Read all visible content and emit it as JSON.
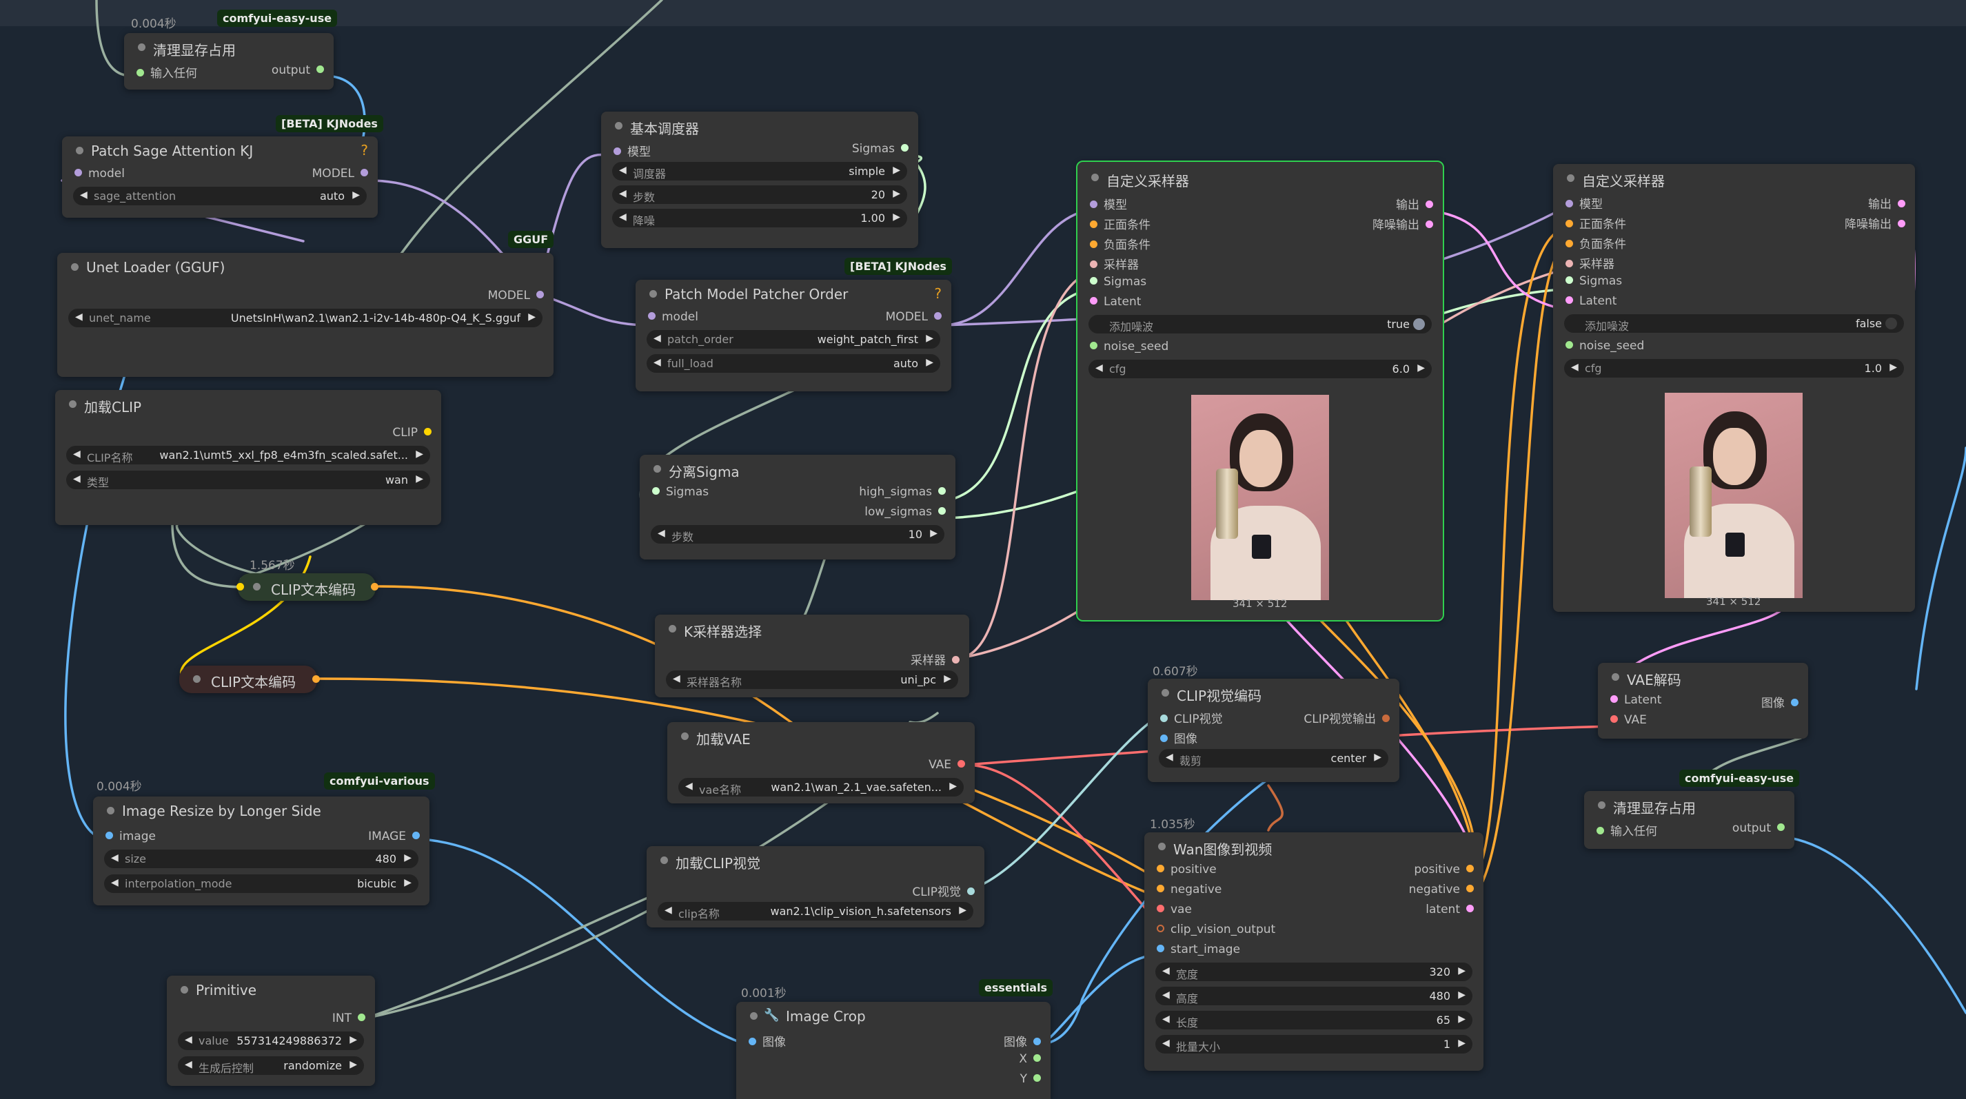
{
  "nodes": {
    "clear1": {
      "time": "0.004秒",
      "badge": "comfyui-easy-use",
      "title": "清理显存占用",
      "in1": "输入任何",
      "out1": "output"
    },
    "sage": {
      "badge": "[BETA] KJNodes",
      "title": "Patch Sage Attention KJ",
      "help": "?",
      "in1": "model",
      "out1": "MODEL",
      "w1_label": "sage_attention",
      "w1_value": "auto"
    },
    "unet": {
      "badge": "GGUF",
      "title": "Unet Loader (GGUF)",
      "out1": "MODEL",
      "w1_label": "unet_name",
      "w1_value": "UnetsInH\\wan2.1\\wan2.1-i2v-14b-480p-Q4_K_S.gguf"
    },
    "clip": {
      "title": "加载CLIP",
      "out1": "CLIP",
      "w1_label": "CLIP名称",
      "w1_value": "wan2.1\\umt5_xxl_fp8_e4m3fn_scaled.safet...",
      "w2_label": "类型",
      "w2_value": "wan"
    },
    "clipenc1": {
      "time": "1.567秒",
      "title": "CLIP文本编码"
    },
    "clipenc2": {
      "title": "CLIP文本编码"
    },
    "resize": {
      "time": "0.004秒",
      "badge": "comfyui-various",
      "title": "Image Resize by Longer Side",
      "in1": "image",
      "out1": "IMAGE",
      "w1_label": "size",
      "w1_value": "480",
      "w2_label": "interpolation_mode",
      "w2_value": "bicubic"
    },
    "primitive": {
      "title": "Primitive",
      "out1": "INT",
      "w1_label": "value",
      "w1_value": "557314249886372",
      "w2_label": "生成后控制",
      "w2_value": "randomize"
    },
    "scheduler": {
      "title": "基本调度器",
      "in1": "模型",
      "out1": "Sigmas",
      "w1_label": "调度器",
      "w1_value": "simple",
      "w2_label": "步数",
      "w2_value": "20",
      "w3_label": "降噪",
      "w3_value": "1.00"
    },
    "patcher": {
      "badge": "[BETA] KJNodes",
      "title": "Patch Model Patcher Order",
      "help": "?",
      "in1": "model",
      "out1": "MODEL",
      "w1_label": "patch_order",
      "w1_value": "weight_patch_first",
      "w2_label": "full_load",
      "w2_value": "auto"
    },
    "split": {
      "title": "分离Sigma",
      "in1": "Sigmas",
      "out1": "high_sigmas",
      "out2": "low_sigmas",
      "w1_label": "步数",
      "w1_value": "10"
    },
    "ksel": {
      "title": "K采样器选择",
      "out1": "采样器",
      "w1_label": "采样器名称",
      "w1_value": "uni_pc"
    },
    "vae": {
      "title": "加载VAE",
      "out1": "VAE",
      "w1_label": "vae名称",
      "w1_value": "wan2.1\\wan_2.1_vae.safeten..."
    },
    "clipvision": {
      "title": "加载CLIP视觉",
      "out1": "CLIP视觉",
      "w1_label": "clip名称",
      "w1_value": "wan2.1\\clip_vision_h.safetensors"
    },
    "crop": {
      "time": "0.001秒",
      "badge": "essentials",
      "title": "Image Crop",
      "in1": "图像",
      "out1": "图像",
      "out2": "X",
      "out3": "Y"
    },
    "sampler1": {
      "title": "自定义采样器",
      "in1": "模型",
      "in2": "正面条件",
      "in3": "负面条件",
      "in4": "采样器",
      "in5": "Sigmas",
      "in6": "Latent",
      "out1": "输出",
      "out2": "降噪输出",
      "w1_label": "添加噪波",
      "w1_value": "true",
      "in7": "noise_seed",
      "w2_label": "cfg",
      "w2_value": "6.0",
      "dims": "341 × 512"
    },
    "sampler2": {
      "title": "自定义采样器",
      "in1": "模型",
      "in2": "正面条件",
      "in3": "负面条件",
      "in4": "采样器",
      "in5": "Sigmas",
      "in6": "Latent",
      "out1": "输出",
      "out2": "降噪输出",
      "w1_label": "添加噪波",
      "w1_value": "false",
      "in7": "noise_seed",
      "w2_label": "cfg",
      "w2_value": "1.0",
      "dims": "341 × 512"
    },
    "visionenc": {
      "time": "0.607秒",
      "title": "CLIP视觉编码",
      "in1": "CLIP视觉",
      "in2": "图像",
      "out1": "CLIP视觉输出",
      "w1_label": "裁剪",
      "w1_value": "center"
    },
    "wan": {
      "time": "1.035秒",
      "title": "Wan图像到视频",
      "in1": "positive",
      "in2": "negative",
      "in3": "vae",
      "in4": "clip_vision_output",
      "in5": "start_image",
      "out1": "positive",
      "out2": "negative",
      "out3": "latent",
      "w1_label": "宽度",
      "w1_value": "320",
      "w2_label": "高度",
      "w2_value": "480",
      "w3_label": "长度",
      "w3_value": "65",
      "w4_label": "批量大小",
      "w4_value": "1"
    },
    "vaedecode": {
      "title": "VAE解码",
      "in1": "Latent",
      "in2": "VAE",
      "out1": "图像"
    },
    "clear2": {
      "badge": "comfyui-easy-use",
      "title": "清理显存占用",
      "in1": "输入任何",
      "out1": "output"
    }
  },
  "colors": {
    "model": "#b39ddb",
    "clip": "#ffd500",
    "conditioning": "#ffa931",
    "sampler": "#ecb4b4",
    "sigmas": "#cdffcd",
    "latent": "#ff9cf9",
    "vae": "#ff6e6e",
    "image": "#64b5f6",
    "int": "#a1e88f",
    "clipvision": "#a8dadc",
    "any": "#a1e88f",
    "wire_gray": "#9bb0a0"
  }
}
